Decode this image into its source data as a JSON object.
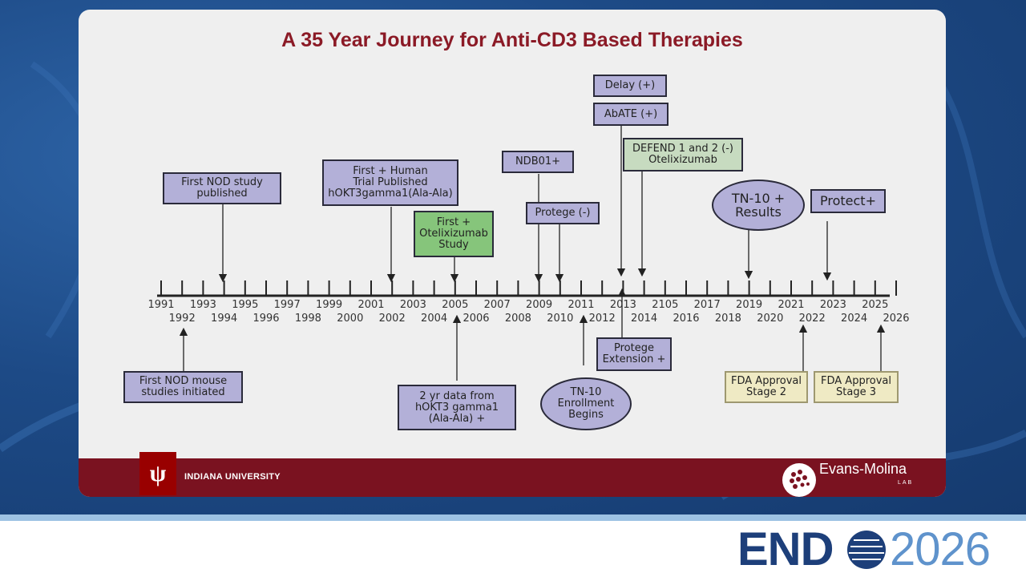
{
  "title": "A 35 Year Journey for Anti-CD3 Based Therapies",
  "timeline": {
    "top_years": [
      "1991",
      "1993",
      "1995",
      "1997",
      "1999",
      "2001",
      "2003",
      "2005",
      "2007",
      "2009",
      "2011",
      "2013",
      "2105",
      "2017",
      "2019",
      "2021",
      "2023",
      "2025"
    ],
    "bottom_years": [
      "1992",
      "1994",
      "1996",
      "1998",
      "2000",
      "2002",
      "2004",
      "2006",
      "2008",
      "2010",
      "2012",
      "2014",
      "2016",
      "2018",
      "2020",
      "2022",
      "2024",
      "2026"
    ]
  },
  "events_above": [
    {
      "id": "first-nod-study",
      "label": "First NOD study\npublished",
      "style": "purple"
    },
    {
      "id": "first-human-trial",
      "label": "First + Human\nTrial Published\nhOKT3gamma1(Ala-Ala)",
      "style": "purple"
    },
    {
      "id": "otelixizumab-study",
      "label": "First +\nOtelixizumab\nStudy",
      "style": "green"
    },
    {
      "id": "ndb01",
      "label": "NDB01+",
      "style": "purple"
    },
    {
      "id": "protege",
      "label": "Protege (-)",
      "style": "purple"
    },
    {
      "id": "delay",
      "label": "Delay (+)",
      "style": "purple"
    },
    {
      "id": "abate",
      "label": "AbATE (+)",
      "style": "purple"
    },
    {
      "id": "defend",
      "label": "DEFEND 1 and 2 (-)\nOtelixizumab",
      "style": "lightgreen"
    },
    {
      "id": "tn10-results",
      "label": "TN-10 +\nResults",
      "style": "ellipse"
    },
    {
      "id": "protect",
      "label": "Protect+",
      "style": "purple"
    }
  ],
  "events_below": [
    {
      "id": "first-nod-mouse",
      "label": "First NOD mouse\nstudies initiated",
      "style": "purple"
    },
    {
      "id": "two-yr-data",
      "label": "2 yr data from\nhOKT3 gamma1\n(Ala-Ala) +",
      "style": "purple"
    },
    {
      "id": "tn10-enrollment",
      "label": "TN-10\nEnrollment\nBegins",
      "style": "ellipse"
    },
    {
      "id": "protege-extension",
      "label": "Protege\nExtension +",
      "style": "purple"
    },
    {
      "id": "fda-stage2",
      "label": "FDA Approval\nStage 2",
      "style": "yellow"
    },
    {
      "id": "fda-stage3",
      "label": "FDA Approval\nStage 3",
      "style": "yellow"
    }
  ],
  "footer": {
    "iu_logo": "ψ",
    "university": "INDIANA UNIVERSITY",
    "lab_name": "Evans-Molina",
    "lab_sub": "LAB"
  },
  "conference": {
    "part1": "END",
    "part2": "2026"
  },
  "colors": {
    "title": "#8b1a26",
    "footer": "#7a1220",
    "box_purple": "#b3b0d8",
    "box_green": "#86c57b",
    "box_yellow": "#efeac4",
    "endo_dark": "#1d3f7a",
    "endo_light": "#5f93cc"
  }
}
